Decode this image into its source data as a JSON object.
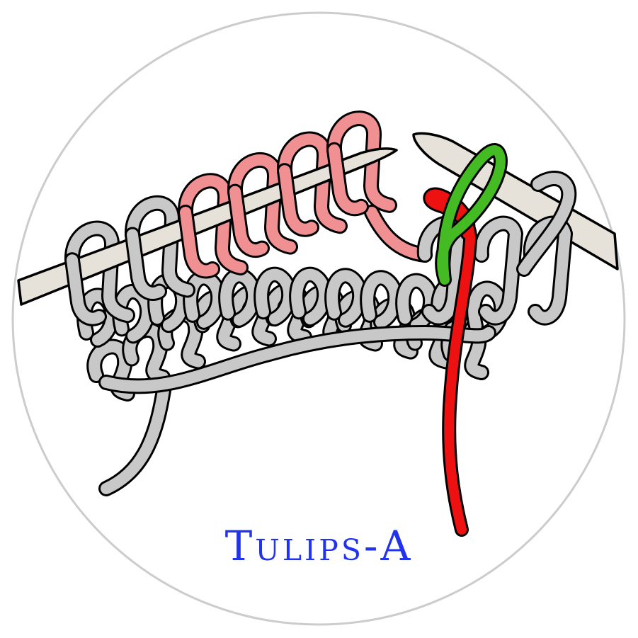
{
  "caption": {
    "text": "Tulips-A",
    "color": "#2233ee"
  },
  "colors": {
    "background": "#ffffff",
    "frame": "#cccccc",
    "needle_fill": "#e7e2d9",
    "outline": "#000000",
    "yarn_main": "#c8c8c8",
    "yarn_pink": "#f19092",
    "yarn_red": "#ee1111",
    "yarn_green": "#44bb22"
  },
  "icons": {
    "frame": "circle-frame-icon",
    "left_needle": "knitting-needle-icon",
    "right_needle": "knitting-needle-icon",
    "knitted_fabric": "knitted-fabric-icon",
    "stitches_gray": "gray-stitch-loop-icon",
    "stitches_pink": "pink-stitch-loop-icon",
    "working_yarn_red": "red-working-yarn-icon",
    "working_yarn_green": "green-yarn-loop-icon",
    "tail": "yarn-tail-icon"
  },
  "stitch_counts": {
    "gray_on_left_needle": 2,
    "pink_on_left_needle": 4,
    "gray_on_right_needle": 2
  }
}
